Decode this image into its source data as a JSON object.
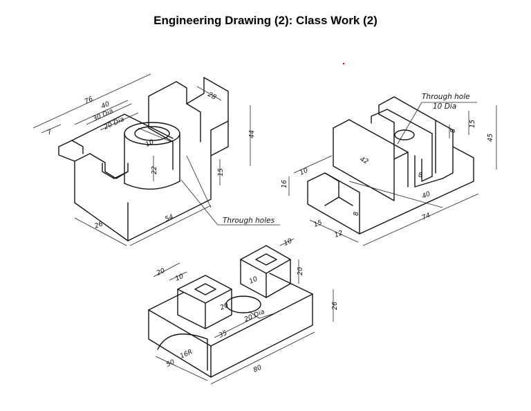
{
  "title": "Engineering Drawing (2): Class Work (2)",
  "accent_dot_color": "#cc0000",
  "part1": {
    "dims": [
      "76",
      "40",
      "30 Dia",
      "20 Dia",
      "7",
      "10",
      "28",
      "44",
      "15",
      "22",
      "26",
      "54"
    ],
    "note": "Through holes"
  },
  "part2": {
    "dims": [
      "8",
      "15",
      "45",
      "42",
      "10",
      "16",
      "8",
      "40",
      "8",
      "15",
      "12",
      "74"
    ],
    "note_line1": "Through hole",
    "note_line2": "10 Dia"
  },
  "part3": {
    "dims": [
      "20",
      "10",
      "10",
      "20",
      "10",
      "20",
      "26",
      "20 Dia",
      "35",
      "16R",
      "50",
      "80"
    ]
  }
}
